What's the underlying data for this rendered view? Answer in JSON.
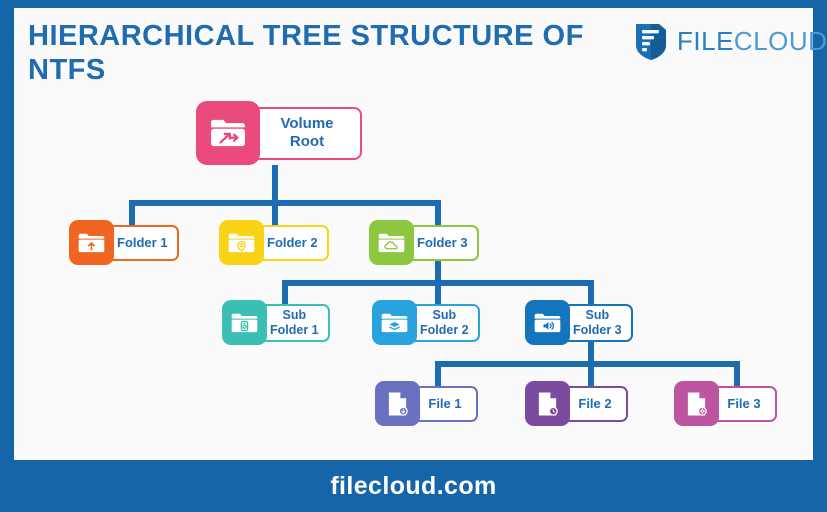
{
  "page": {
    "frame_color": "#1565a8",
    "canvas_color": "#fafafa",
    "accent_blue": "#1f6cb0",
    "connector_color": "#1b6cb0"
  },
  "header": {
    "title": "HIERARCHICAL TREE STRUCTURE OF NTFS",
    "logo": {
      "icon": "filecloud-shield-icon",
      "text_part1": "FILE",
      "text_part2": "CLOUD"
    }
  },
  "footer": {
    "text": "filecloud.com"
  },
  "tree": {
    "root": {
      "label": "Volume\nRoot",
      "label_line1": "Volume",
      "label_line2": "Root",
      "color": "#ea4a7c",
      "icon": "folder-shortcut-icon"
    },
    "level1": [
      {
        "label": "Folder 1",
        "color": "#f06522",
        "icon": "folder-upload-icon"
      },
      {
        "label": "Folder 2",
        "color": "#f9d316",
        "icon": "folder-location-pin-icon"
      },
      {
        "label": "Folder 3",
        "color": "#8dc63f",
        "icon": "folder-cloud-icon"
      }
    ],
    "level2": [
      {
        "label_line1": "Sub",
        "label_line2": "Folder 1",
        "color": "#3bbfb5",
        "icon": "folder-audio-icon"
      },
      {
        "label_line1": "Sub",
        "label_line2": "Folder 2",
        "color": "#28a3dd",
        "icon": "folder-layers-icon"
      },
      {
        "label_line1": "Sub",
        "label_line2": "Folder 3",
        "color": "#1474bd",
        "icon": "folder-speaker-icon"
      }
    ],
    "level3": [
      {
        "label": "File 1",
        "color": "#6a6fc0",
        "icon": "file-download-icon"
      },
      {
        "label": "File 2",
        "color": "#7a4b9e",
        "icon": "file-clock-icon"
      },
      {
        "label": "File 3",
        "color": "#bc549f",
        "icon": "file-settings-icon"
      }
    ]
  }
}
